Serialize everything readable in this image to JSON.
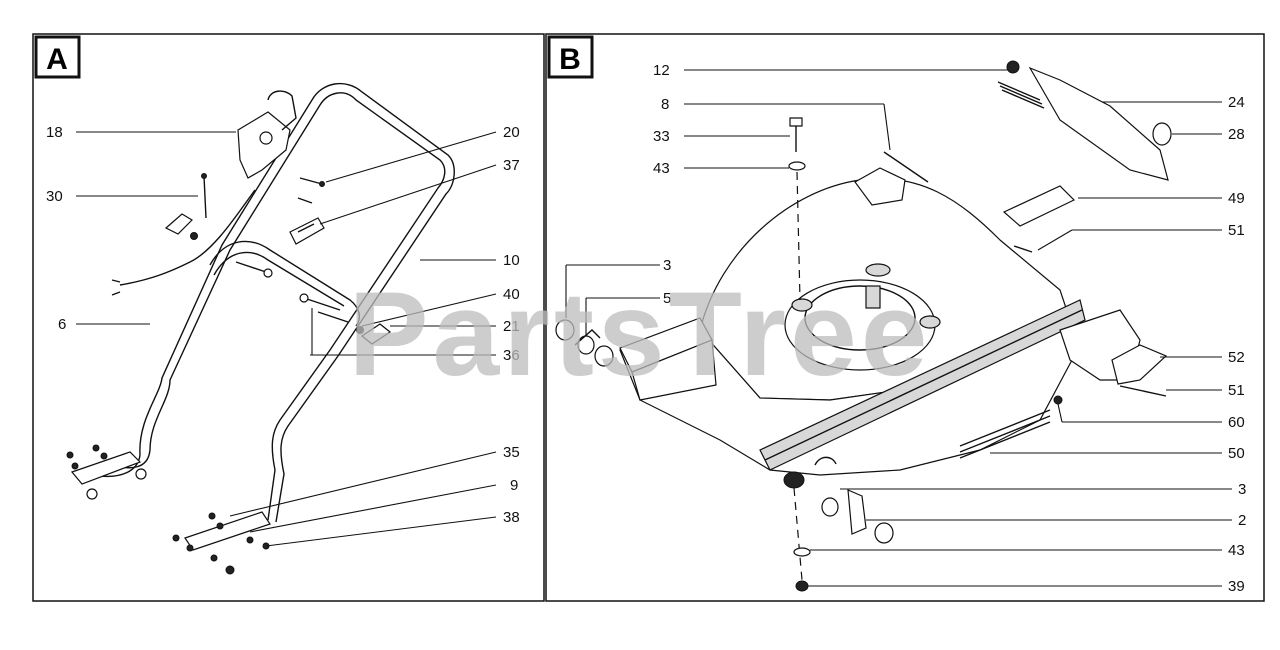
{
  "watermark": "PartsTree",
  "panels": {
    "a": {
      "badge": "A",
      "callouts": [
        "18",
        "30",
        "6",
        "20",
        "37",
        "10",
        "40",
        "21",
        "36",
        "35",
        "9",
        "38"
      ]
    },
    "b": {
      "badge": "B",
      "callouts": [
        "12",
        "8",
        "33",
        "43",
        "3",
        "5",
        "24",
        "28",
        "49",
        "51",
        "52",
        "51",
        "60",
        "50",
        "3",
        "2",
        "43",
        "39"
      ]
    }
  }
}
